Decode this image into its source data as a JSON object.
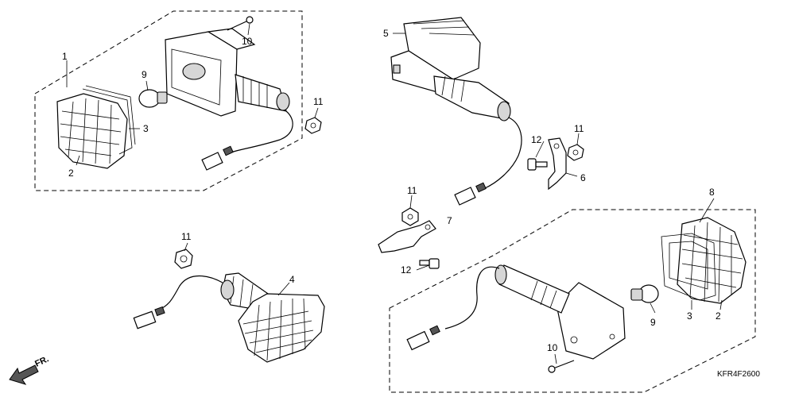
{
  "diagram": {
    "code": "KFR4F2600",
    "direction_label": "FR.",
    "callouts": {
      "a1": "1",
      "a2": "2",
      "a3": "3",
      "a9": "9",
      "a10": "10",
      "a11": "11",
      "b5": "5",
      "b6": "6",
      "b7": "7",
      "b11a": "11",
      "b11b": "11",
      "b12a": "12",
      "b12b": "12",
      "c4": "4",
      "c11": "11",
      "d8": "8",
      "d2": "2",
      "d3": "3",
      "d9": "9",
      "d10": "10"
    }
  }
}
